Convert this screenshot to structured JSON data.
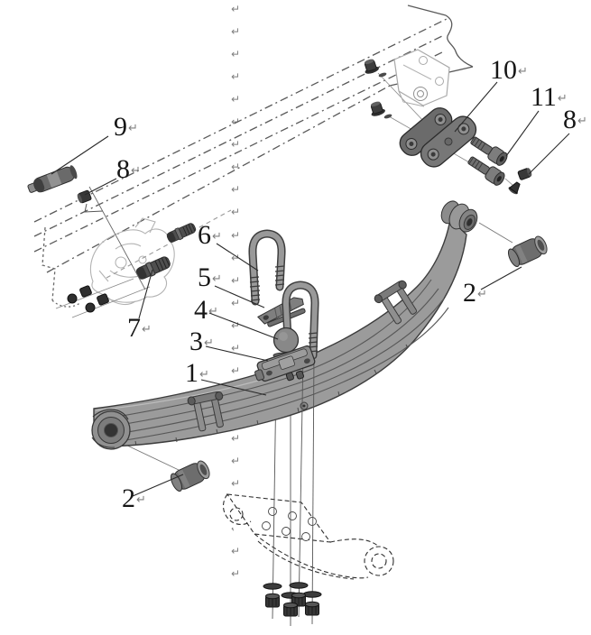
{
  "document": {
    "type": "word-document-screenshot",
    "background": "#ffffff",
    "formatting_marks": {
      "glyph": "↵",
      "color": "#7f7f7f",
      "column_count": 26
    }
  },
  "diagram": {
    "title": "Leaf spring suspension exploded parts diagram",
    "colors": {
      "line": "#555555",
      "dark_part": "#4f4f4f",
      "mid_part": "#8c8c8c",
      "spring_fill": "#9b9b9b",
      "spring_outline": "#3c3c3c",
      "sketch_light": "#b3b3b3",
      "leader": "#2a2a2a",
      "label_text": "#161616"
    },
    "callouts": [
      {
        "num": "9",
        "part": "spring-pin"
      },
      {
        "num": "8",
        "part": "lock-nut-front"
      },
      {
        "num": "10",
        "part": "shackle"
      },
      {
        "num": "11",
        "part": "shackle-bolts"
      },
      {
        "num": "8",
        "part": "lock-nut-rear"
      },
      {
        "num": "2",
        "part": "spring-eye-bushing-rear"
      },
      {
        "num": "6",
        "part": "u-bolt"
      },
      {
        "num": "5",
        "part": "spring-wear-pad"
      },
      {
        "num": "4",
        "part": "axle-bumper"
      },
      {
        "num": "3",
        "part": "u-bolt-seat-plate"
      },
      {
        "num": "1",
        "part": "leaf-spring-assembly"
      },
      {
        "num": "7",
        "part": "hanger-bolt"
      },
      {
        "num": "2",
        "part": "spring-eye-bushing-front"
      }
    ]
  }
}
